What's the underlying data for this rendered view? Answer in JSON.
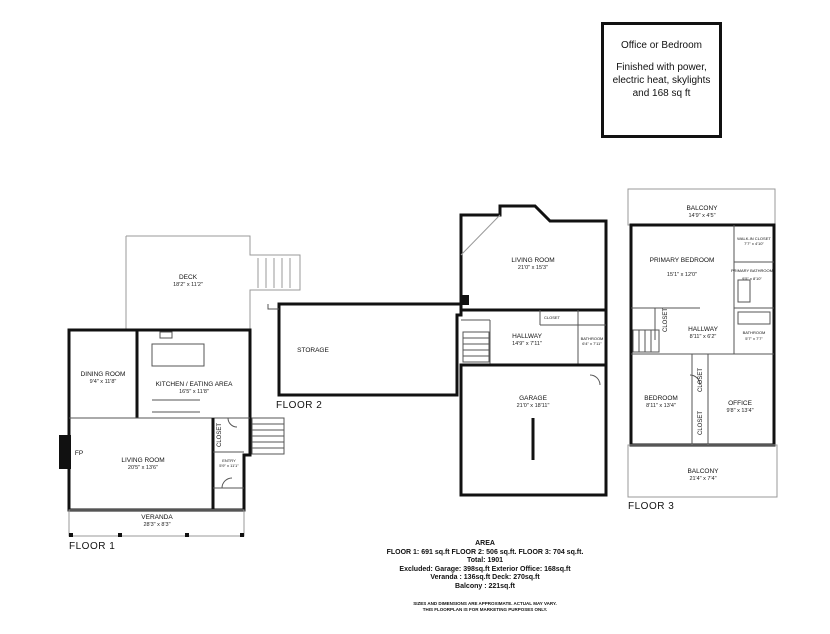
{
  "info_box": {
    "title": "Office or Bedroom",
    "description": "Finished with power, electric heat, skylights and 168 sq ft"
  },
  "floor_labels": {
    "floor1": "FLOOR 1",
    "floor2": "FLOOR 2",
    "floor3": "FLOOR 3"
  },
  "rooms": {
    "deck": {
      "name": "DECK",
      "dim": "18'2\" x 11'2\""
    },
    "dining": {
      "name": "DINING ROOM",
      "dim": "9'4\" x 11'8\""
    },
    "kitchen": {
      "name": "KITCHEN / EATING AREA",
      "dim": "16'5\" x 11'8\""
    },
    "living1": {
      "name": "LIVING ROOM",
      "dim": "20'5\" x 13'6\""
    },
    "entry": {
      "name": "ENTRY",
      "dim": "5'9\" x 11'1\""
    },
    "closet1": {
      "name": "CLOSET"
    },
    "fp": {
      "name": "FP"
    },
    "veranda": {
      "name": "VERANDA",
      "dim": "28'3\" x 8'3\""
    },
    "storage": {
      "name": "STORAGE"
    },
    "living2": {
      "name": "LIVING ROOM",
      "dim": "21'0\" x 15'3\""
    },
    "hallway2": {
      "name": "HALLWAY",
      "dim": "14'9\" x 7'11\""
    },
    "closet2": {
      "name": "CLOSET"
    },
    "bath2": {
      "name": "BATHROOM",
      "dim": "6'4\" x 7'11\""
    },
    "garage": {
      "name": "GARAGE",
      "dim": "21'0\" x 18'11\""
    },
    "balcony_top": {
      "name": "BALCONY",
      "dim": "14'9\" x 4'5\""
    },
    "primary": {
      "name": "PRIMARY BEDROOM",
      "dim": "15'1\" x 12'0\""
    },
    "walkin": {
      "name": "WALK-IN CLOSET",
      "dim": "7'7\" x 4'10\""
    },
    "primary_bath": {
      "name": "PRIMARY BATHROOM",
      "dim": "9'5\" x 8'10\""
    },
    "closet3a": {
      "name": "CLOSET"
    },
    "hallway3": {
      "name": "HALLWAY",
      "dim": "8'11\" x 6'2\""
    },
    "bath3": {
      "name": "BATHROOM",
      "dim": "5'7\" x 7'7\""
    },
    "closet3b": {
      "name": "CLOSET"
    },
    "bedroom": {
      "name": "BEDROOM",
      "dim": "8'11\" x 13'4\""
    },
    "office": {
      "name": "OFFICE",
      "dim": "9'8\" x 13'4\""
    },
    "closet3c": {
      "name": "CLOSET"
    },
    "balcony_bottom": {
      "name": "BALCONY",
      "dim": "21'4\" x 7'4\""
    }
  },
  "area": {
    "heading": "AREA",
    "line1": "FLOOR 1: 691 sq.ft   FLOOR 2: 506 sq.ft.   FLOOR 3: 704 sq.ft.",
    "line2": "Total: 1901",
    "line3": "Excluded:  Garage: 398sq.ft   Exterior Office: 168sq.ft",
    "line4": "Veranda : 136sq.ft   Deck: 270sq.ft",
    "line5": "Balcony : 221sq.ft"
  },
  "disclaimer": {
    "line1": "SIZES AND DIMENSIONS ARE APPROXIMATE. ACTUAL MAY VARY.",
    "line2": "THIS FLOORPLAN IS FOR MARKETING PURPOSES ONLY."
  }
}
